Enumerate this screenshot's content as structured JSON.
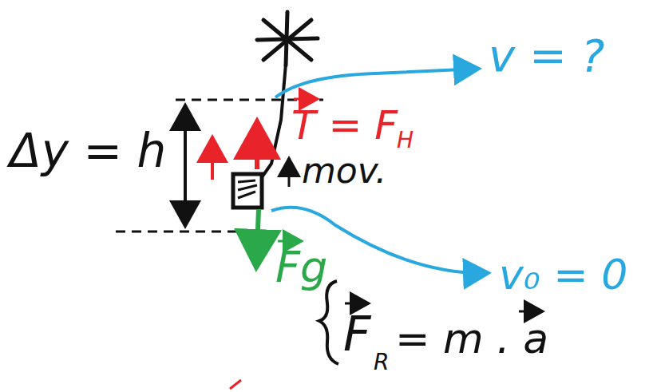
{
  "diagram": {
    "labels": [
      "v = ?",
      "T = F",
      "H",
      "Δy = h",
      "mov.",
      "v₀ = 0",
      "Fg",
      "F",
      "R",
      "= m . a"
    ]
  }
}
